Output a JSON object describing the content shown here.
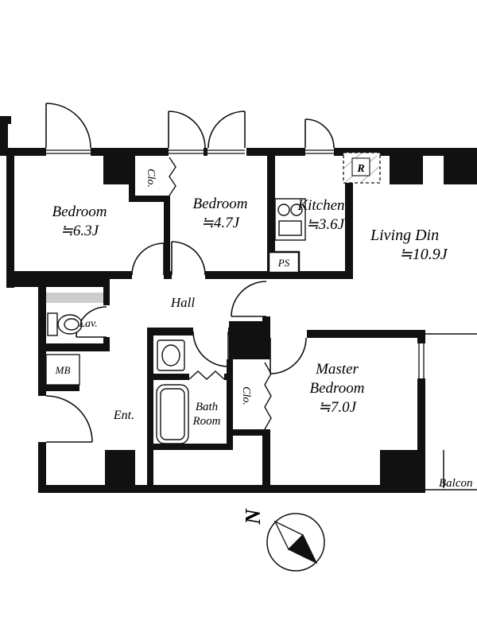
{
  "rooms": {
    "bedroom1": {
      "label": "Bedroom",
      "size": "≒6.3J"
    },
    "bedroom2": {
      "label": "Bedroom",
      "size": "≒4.7J"
    },
    "kitchen": {
      "label": "Kitchen",
      "size": "≒3.6J"
    },
    "living": {
      "label": "Living Din",
      "size": "≒10.9J"
    },
    "master": {
      "label1": "Master",
      "label2": "Bedroom",
      "size": "≒7.0J"
    },
    "hall": {
      "label": "Hall"
    },
    "lav": {
      "label": "Lav."
    },
    "ent": {
      "label": "Ent."
    },
    "bath": {
      "label1": "Bath",
      "label2": "Room"
    },
    "closet1": {
      "label": "Clo."
    },
    "closet2": {
      "label": "Clo."
    },
    "ps": {
      "label": "PS"
    },
    "mb": {
      "label": "MB"
    },
    "fridge": {
      "label": "R"
    },
    "balcony": {
      "label": "Balcon"
    }
  },
  "compass": {
    "label": "N"
  },
  "colors": {
    "wall": "#111111",
    "counter_gray": "#cdcdcd"
  }
}
